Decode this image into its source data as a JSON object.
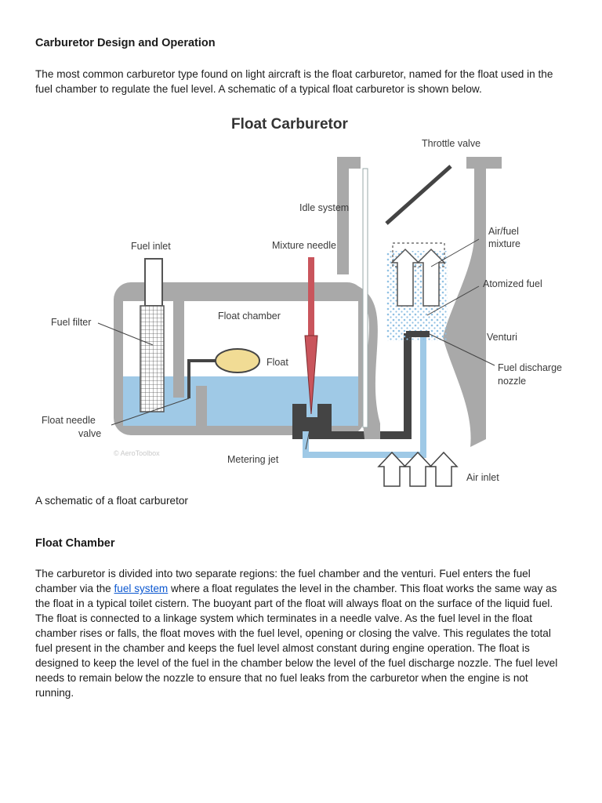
{
  "section1": {
    "title": "Carburetor Design and Operation",
    "intro": "The most common carburetor type found on light aircraft is the float carburetor, named for the float used in the fuel chamber to regulate the fuel level. A schematic of a typical float carburetor is shown below."
  },
  "figure": {
    "title": "Float Carburetor",
    "labels": {
      "throttle_valve": "Throttle valve",
      "idle_system": "Idle system",
      "fuel_inlet": "Fuel inlet",
      "mixture_needle": "Mixture needle",
      "air_fuel_1": "Air/fuel",
      "air_fuel_2": "mixture",
      "atomized_fuel": "Atomized fuel",
      "fuel_filter": "Fuel filter",
      "float_chamber": "Float chamber",
      "venturi": "Venturi",
      "float": "Float",
      "fuel_discharge_1": "Fuel discharge",
      "fuel_discharge_2": "nozzle",
      "float_needle_1": "Float needle",
      "float_needle_2": "valve",
      "watermark": "© AeroToolbox",
      "metering_jet": "Metering jet",
      "air_inlet": "Air inlet"
    },
    "caption": "A schematic of a float carburetor",
    "colors": {
      "body": "#a9a9a9",
      "fuel": "#9fc9e6",
      "dark": "#444444",
      "needle": "#c9555c",
      "float": "#f1dc95"
    }
  },
  "section2": {
    "title": "Float Chamber",
    "body_before_link": "The carburetor is divided into two separate regions: the fuel chamber and the venturi. Fuel enters the fuel chamber via the ",
    "link_text": "fuel system",
    "body_after_link": " where a float regulates the level in the chamber. This float works the same way as the float in a typical toilet cistern. The buoyant part of the float will always float on the surface of the liquid fuel. The float is connected to a linkage system which terminates in a needle valve. As the fuel level in the float chamber rises or falls, the float moves with the fuel level, opening or closing the valve. This regulates the total fuel present in the chamber and keeps the fuel level almost constant during engine operation. The float is designed to keep the level of the fuel in the chamber below the level of the fuel discharge nozzle. The fuel level needs to remain below the nozzle to ensure that no fuel leaks from the carburetor when the engine is not running."
  }
}
